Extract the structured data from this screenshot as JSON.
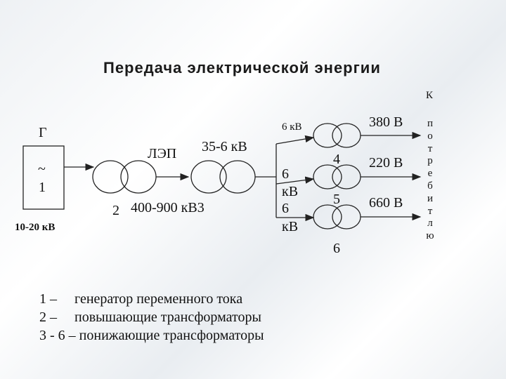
{
  "title": "Передача электрической энергии",
  "consumer_top": "К",
  "consumer_vertical": [
    "п",
    "о",
    "т",
    "р",
    "е",
    "б",
    "и",
    "т",
    "л",
    "ю"
  ],
  "generator": {
    "name": "Г",
    "tilde": "~",
    "number": "1",
    "voltage": "10-20 кВ"
  },
  "line_label": "ЛЭП",
  "kv_35_6": "35-6 кВ",
  "step_up": {
    "number": "2",
    "voltage": "400-900 кВ3"
  },
  "substation_kv_top": "6 кВ",
  "substation_kv_mid_1": "6",
  "substation_kv_mid_2": "кВ",
  "substation_kv_mid_3": "6",
  "substation_kv_mid_4": "кВ",
  "transformer_numbers": [
    "4",
    "5",
    "6"
  ],
  "outputs": [
    "380 В",
    "220 В",
    "660 В"
  ],
  "legend": [
    "1 –     генератор переменного тока",
    "2 –     повышающие трансформаторы",
    "3 - 6 – понижающие трансформаторы"
  ]
}
